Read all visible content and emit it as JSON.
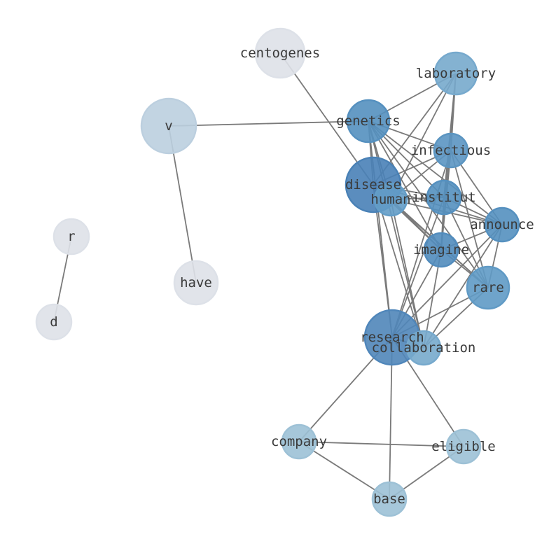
{
  "nodes": [
    {
      "id": "centogenes",
      "label": "centogenes",
      "color": "#eef2f9"
    },
    {
      "id": "laboratory",
      "label": "laboratory",
      "color": "#7fb6dc"
    },
    {
      "id": "v",
      "label": "v",
      "color": "#cadff0"
    },
    {
      "id": "genetics",
      "label": "genetics",
      "color": "#5b9bcd"
    },
    {
      "id": "infectious",
      "label": "infectious",
      "color": "#62a0d0"
    },
    {
      "id": "disease",
      "label": "disease",
      "color": "#4f8bc4"
    },
    {
      "id": "human",
      "label": "human",
      "color": "#6aa9d6"
    },
    {
      "id": "institut",
      "label": "institut",
      "color": "#5b9bcd"
    },
    {
      "id": "announce",
      "label": "announce",
      "color": "#5b9bcd"
    },
    {
      "id": "imagine",
      "label": "imagine",
      "color": "#5896cb"
    },
    {
      "id": "rare",
      "label": "rare",
      "color": "#67a6d4"
    },
    {
      "id": "research",
      "label": "research",
      "color": "#5590c8"
    },
    {
      "id": "collaboration",
      "label": "collaboration",
      "color": "#7fb6dc"
    },
    {
      "id": "r",
      "label": "r",
      "color": "#eef2f9"
    },
    {
      "id": "d",
      "label": "d",
      "color": "#eef2f9"
    },
    {
      "id": "have",
      "label": "have",
      "color": "#eef2f9"
    },
    {
      "id": "company",
      "label": "company",
      "color": "#a9cfe6"
    },
    {
      "id": "eligible",
      "label": "eligible",
      "color": "#a9cfe6"
    },
    {
      "id": "base",
      "label": "base",
      "color": "#a9cfe6"
    }
  ],
  "edges": [
    [
      "centogenes",
      "disease"
    ],
    [
      "v",
      "genetics"
    ],
    [
      "v",
      "have"
    ],
    [
      "r",
      "d"
    ],
    [
      "company",
      "research"
    ],
    [
      "company",
      "eligible"
    ],
    [
      "company",
      "base"
    ],
    [
      "base",
      "research"
    ],
    [
      "base",
      "eligible"
    ],
    [
      "eligible",
      "research"
    ],
    [
      "laboratory",
      "genetics"
    ],
    [
      "laboratory",
      "disease"
    ],
    [
      "laboratory",
      "infectious"
    ],
    [
      "laboratory",
      "institut"
    ],
    [
      "laboratory",
      "imagine"
    ],
    [
      "laboratory",
      "human"
    ],
    [
      "genetics",
      "disease"
    ],
    [
      "genetics",
      "human"
    ],
    [
      "genetics",
      "infectious"
    ],
    [
      "genetics",
      "institut"
    ],
    [
      "genetics",
      "announce"
    ],
    [
      "genetics",
      "imagine"
    ],
    [
      "genetics",
      "rare"
    ],
    [
      "genetics",
      "research"
    ],
    [
      "genetics",
      "collaboration"
    ],
    [
      "infectious",
      "disease"
    ],
    [
      "infectious",
      "human"
    ],
    [
      "infectious",
      "institut"
    ],
    [
      "infectious",
      "announce"
    ],
    [
      "infectious",
      "imagine"
    ],
    [
      "infectious",
      "rare"
    ],
    [
      "infectious",
      "research"
    ],
    [
      "disease",
      "institut"
    ],
    [
      "disease",
      "announce"
    ],
    [
      "disease",
      "imagine"
    ],
    [
      "disease",
      "rare"
    ],
    [
      "disease",
      "research"
    ],
    [
      "disease",
      "collaboration"
    ],
    [
      "human",
      "institut"
    ],
    [
      "human",
      "announce"
    ],
    [
      "human",
      "imagine"
    ],
    [
      "human",
      "rare"
    ],
    [
      "human",
      "collaboration"
    ],
    [
      "institut",
      "announce"
    ],
    [
      "institut",
      "imagine"
    ],
    [
      "institut",
      "rare"
    ],
    [
      "institut",
      "research"
    ],
    [
      "announce",
      "imagine"
    ],
    [
      "announce",
      "rare"
    ],
    [
      "announce",
      "research"
    ],
    [
      "announce",
      "collaboration"
    ],
    [
      "imagine",
      "rare"
    ],
    [
      "imagine",
      "research"
    ],
    [
      "imagine",
      "collaboration"
    ],
    [
      "rare",
      "research"
    ],
    [
      "rare",
      "collaboration"
    ],
    [
      "research",
      "collaboration"
    ]
  ]
}
